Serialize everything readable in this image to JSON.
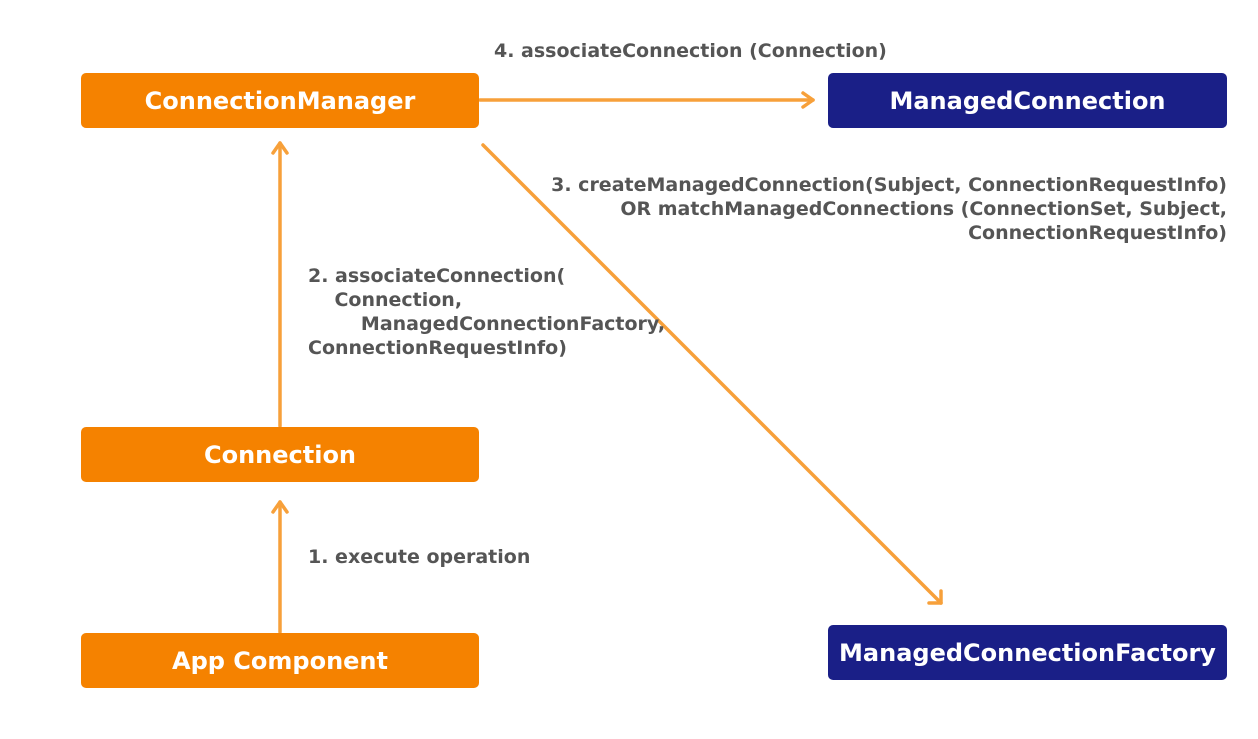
{
  "nodes": {
    "connection_manager": "ConnectionManager",
    "managed_connection": "ManagedConnection",
    "connection": "Connection",
    "app_component": "App Component",
    "managed_connection_factory": "ManagedConnectionFactory"
  },
  "edges": {
    "step1": "1. execute operation",
    "step2": "2. associateConnection(\n    Connection,\n        ManagedConnectionFactory,\nConnectionRequestInfo)",
    "step3": "3. createManagedConnection(Subject, ConnectionRequestInfo)\nOR matchManagedConnections (ConnectionSet, Subject,\nConnectionRequestInfo)",
    "step4": "4. associateConnection (Connection)"
  },
  "colors": {
    "orange_box": "#f58200",
    "navy_box": "#1a1f87",
    "arrow": "#f7a03a",
    "label_text": "#555555"
  }
}
